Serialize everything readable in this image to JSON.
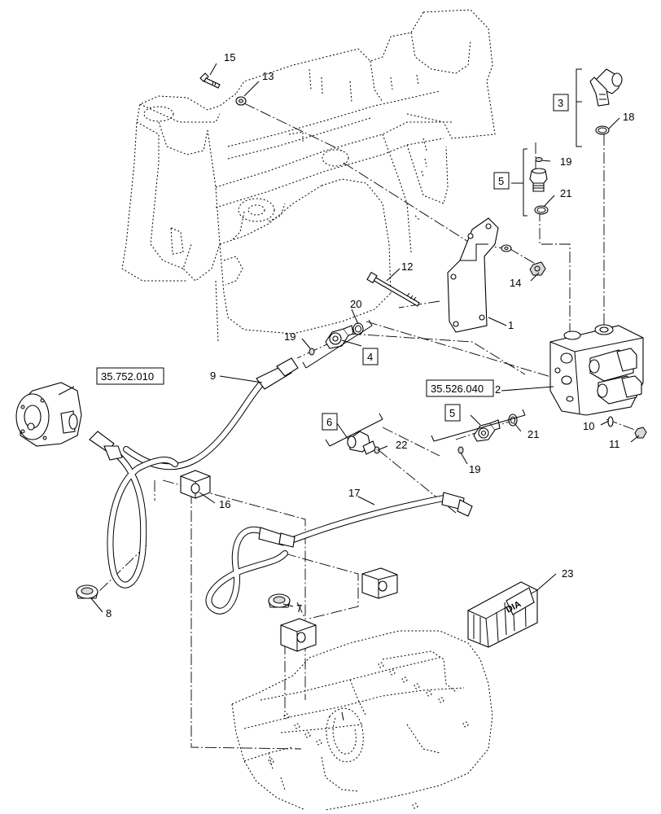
{
  "callouts": {
    "c1": "1",
    "c2": "2",
    "c3": "3",
    "c4": "4",
    "c5a": "5",
    "c5b": "5",
    "c6": "6",
    "c7": "7",
    "c8": "8",
    "c9": "9",
    "c10": "10",
    "c11": "11",
    "c12": "12",
    "c13": "13",
    "c14": "14",
    "c15": "15",
    "c16": "16",
    "c17": "17",
    "c18": "18",
    "c19a": "19",
    "c19b": "19",
    "c19c": "19",
    "c20": "20",
    "c21a": "21",
    "c21b": "21",
    "c22": "22",
    "c23": "23"
  },
  "references": {
    "pump_ref": "35.752.010",
    "valve_ref": "35.526.040"
  },
  "kit_label": "DIA"
}
